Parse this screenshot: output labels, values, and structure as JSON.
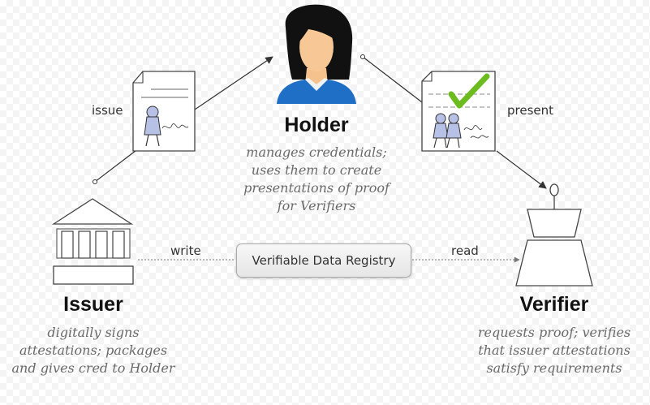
{
  "holder": {
    "title": "Holder",
    "description": [
      "manages credentials;",
      "uses them to create",
      "presentations of proof",
      "for Verifiers"
    ]
  },
  "issuer": {
    "title": "Issuer",
    "description": [
      "digitally signs",
      "attestations; packages",
      "and gives cred to Holder"
    ]
  },
  "verifier": {
    "title": "Verifier",
    "description": [
      "requests proof; verifies",
      "that issuer attestations",
      "satisfy requirements"
    ]
  },
  "registry": {
    "label": "Verifiable Data Registry"
  },
  "edges": {
    "issue": "issue",
    "present": "present",
    "write": "write",
    "read": "read"
  },
  "icons": {
    "holder": "person-avatar-icon",
    "issuer": "institution-building-icon",
    "verifier": "podium-icon",
    "issued_credential": "credential-document-icon",
    "presented_credential": "verified-presentation-icon",
    "check": "checkmark-icon"
  },
  "colors": {
    "check": "#6cbb1f",
    "holder_shirt": "#1f6fc6",
    "avatar_person": "#b7c1e6"
  }
}
